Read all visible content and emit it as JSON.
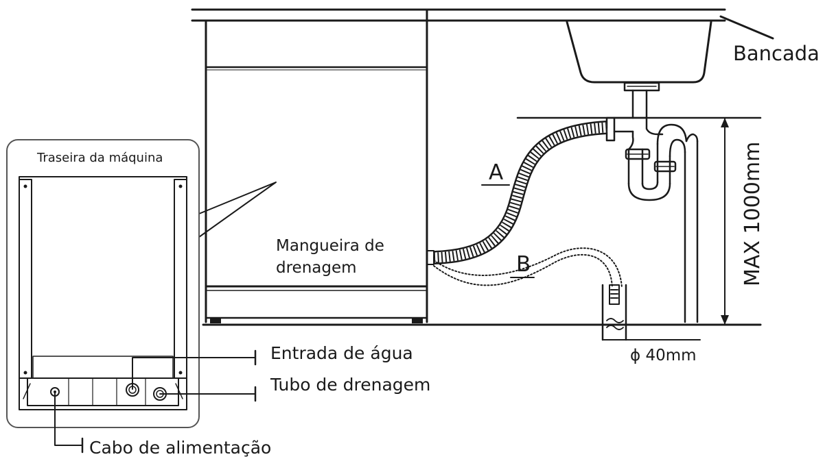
{
  "labels": {
    "countertop": "Bancada",
    "machine_back": "Traseira da máquina",
    "drain_hose": "Mangueira de drenagem",
    "hose_a": "A",
    "hose_b": "B",
    "max_height": "MAX 1000mm",
    "diameter": "ϕ 40mm",
    "water_inlet": "Entrada de água",
    "drain_pipe": "Tubo de drenagem",
    "power_cable": "Cabo de alimentação"
  },
  "colors": {
    "line": "#1a1a1a",
    "background": "#ffffff",
    "panel_border": "#555555"
  }
}
